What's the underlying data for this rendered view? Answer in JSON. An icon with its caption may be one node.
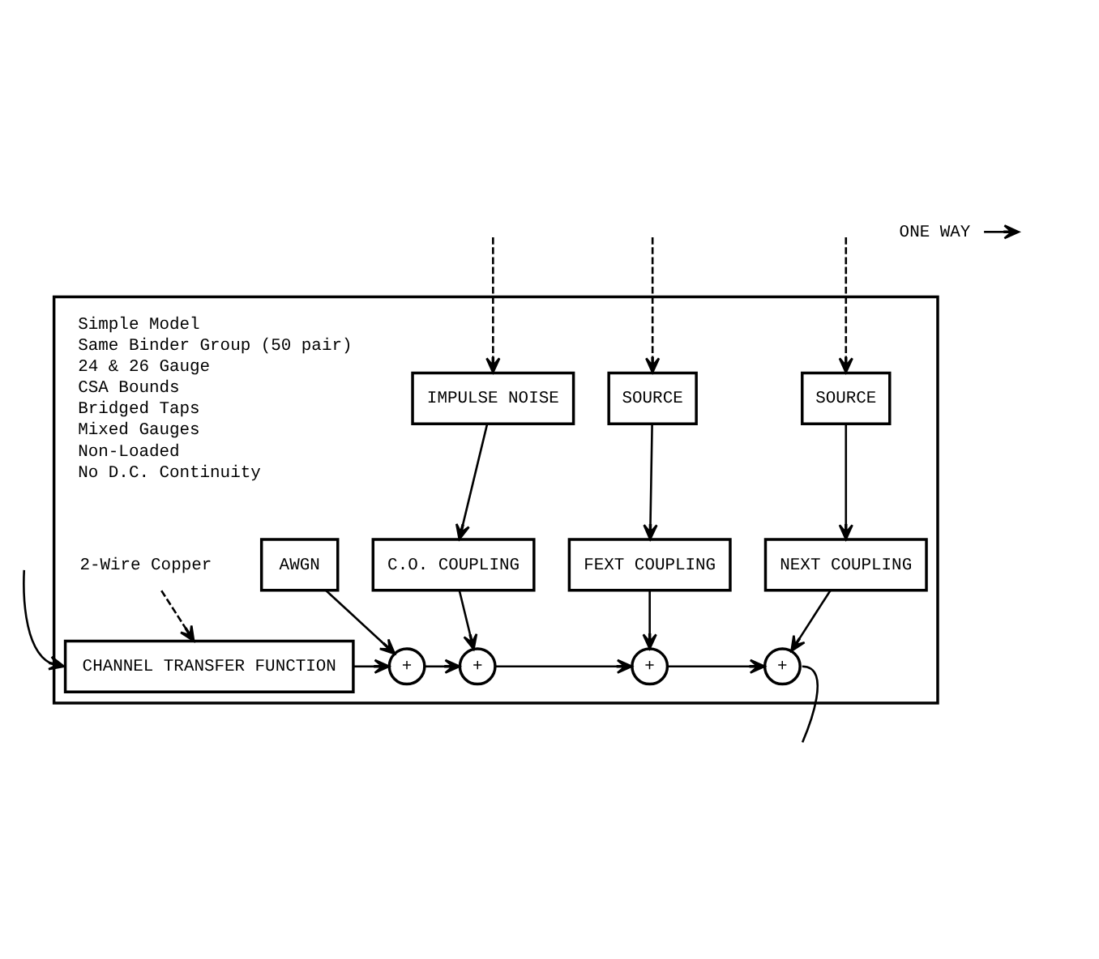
{
  "diagram": {
    "nodes": [
      {
        "text": [],
        "shape": "box"
      },
      {
        "text": [
          "IMPULSE NOISE"
        ],
        "in": 0
      },
      {
        "text": [
          "SOURCE"
        ],
        "in": 0
      },
      {
        "text": [
          "SOURCE"
        ],
        "in": 0
      },
      {
        "text": [
          "AWGN"
        ],
        "in": 0
      },
      {
        "text": [
          "C.O. COUPLING"
        ],
        "in": 0
      },
      {
        "text": [
          "FEXT COUPLING"
        ],
        "in": 0
      },
      {
        "text": [
          "NEXT COUPLING"
        ],
        "in": 0
      },
      {
        "text": [
          "2-Wire Copper"
        ],
        "in": 0
      },
      {
        "text": [
          "CHANNEL TRANSFER FUNCTION"
        ],
        "in": 0
      },
      {
        "text": [
          "+"
        ],
        "in": 0
      },
      {
        "text": [
          "+"
        ],
        "in": 0
      },
      {
        "text": [
          "+"
        ],
        "in": 0
      },
      {
        "text": [
          "+"
        ],
        "in": 0
      }
    ],
    "edges": [
      {
        "from": null,
        "to": 1,
        "arrow": "to",
        "style": "dashed"
      },
      {
        "from": null,
        "to": 2,
        "arrow": "to",
        "style": "dashed"
      },
      {
        "from": null,
        "to": 3,
        "arrow": "to",
        "style": "dashed"
      },
      {
        "from": 1,
        "to": 5,
        "arrow": "to"
      },
      {
        "from": 2,
        "to": 6,
        "arrow": "to"
      },
      {
        "from": 3,
        "to": 7,
        "arrow": "to"
      },
      {
        "from": 8,
        "to": 9,
        "arrow": "to",
        "style": "dashed"
      },
      {
        "from": 4,
        "to": 10,
        "arrow": "to"
      },
      {
        "from": 5,
        "to": 11,
        "arrow": "to"
      },
      {
        "from": 6,
        "to": 12,
        "arrow": "to"
      },
      {
        "from": 7,
        "to": 13,
        "arrow": "to"
      },
      {
        "from": null,
        "to": 9,
        "arrow": "to"
      },
      {
        "from": 9,
        "to": 10,
        "arrow": "to"
      },
      {
        "from": 10,
        "to": 11,
        "arrow": "to"
      },
      {
        "from": 11,
        "to": 12,
        "arrow": "to"
      },
      {
        "from": 12,
        "to": 13,
        "arrow": "to"
      },
      {
        "from": 13,
        "to": null,
        "arrow": "none"
      }
    ],
    "labels": [
      "ONE WAY",
      "Simple Model",
      "Same Binder Group (50 pair)",
      "24 & 26 Gauge",
      "CSA Bounds",
      "Bridged Taps",
      "Mixed Gauges",
      "Non-Loaded",
      "No D.C. Continuity"
    ]
  }
}
